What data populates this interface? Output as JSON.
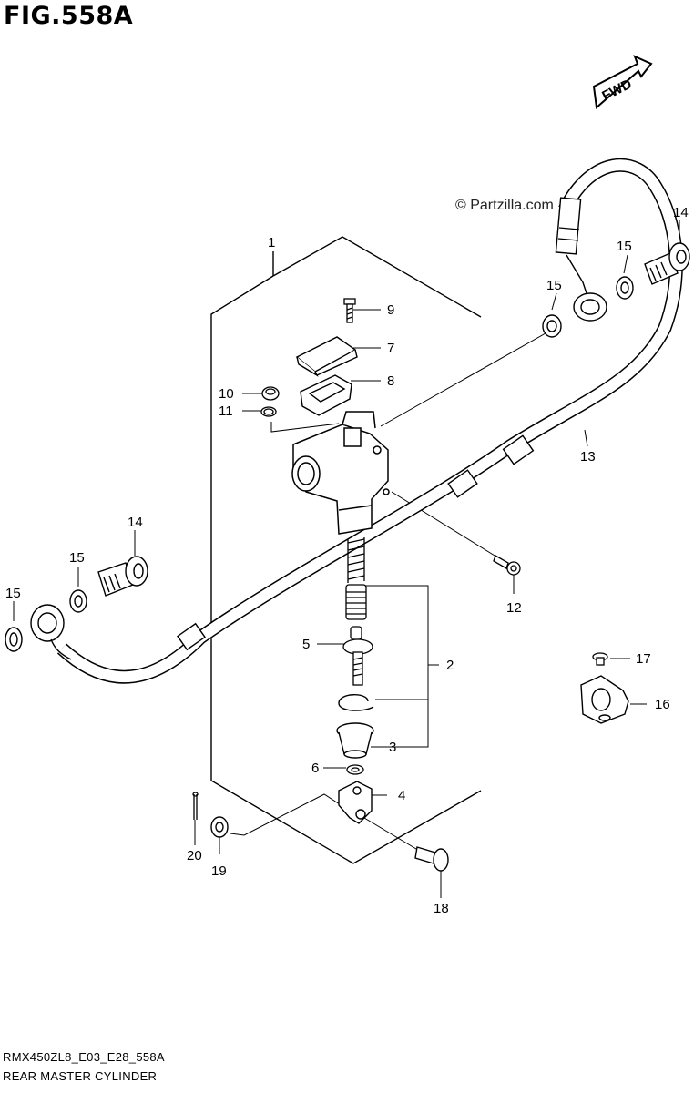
{
  "figure_title": "FIG.558A",
  "fwd_label": "FWD",
  "watermark": "© Partzilla.com",
  "footer": {
    "code": "RMX450ZL8_E03_E28_558A",
    "title": "REAR MASTER CYLINDER"
  },
  "callouts": {
    "c1": "1",
    "c2": "2",
    "c3": "3",
    "c4": "4",
    "c5": "5",
    "c6": "6",
    "c7": "7",
    "c8": "8",
    "c9": "9",
    "c10": "10",
    "c11": "11",
    "c12": "12",
    "c13": "13",
    "c14a": "14",
    "c14b": "14",
    "c15a": "15",
    "c15b": "15",
    "c15c": "15",
    "c15d": "15",
    "c16": "16",
    "c17": "17",
    "c18": "18",
    "c19": "19",
    "c20": "20"
  }
}
